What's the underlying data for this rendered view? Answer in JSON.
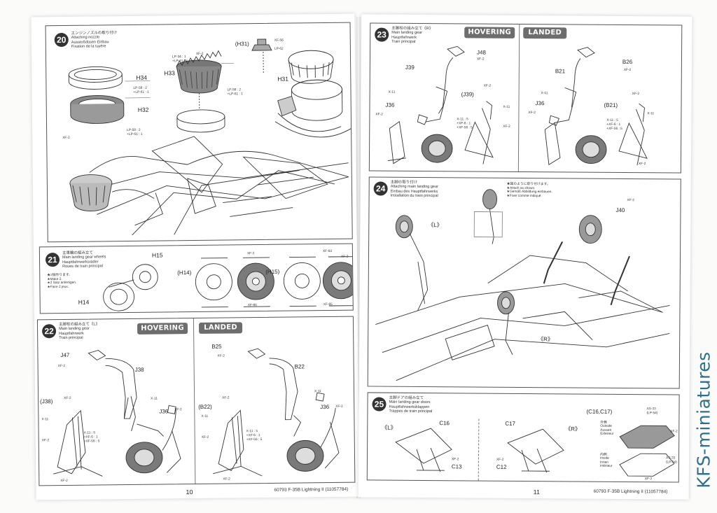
{
  "left_page": {
    "page_number": "10",
    "footer": "60793 F-35B Lightning II (11057784)",
    "step20": {
      "number": "20",
      "title": [
        "エンジンノズルの取り付け",
        "Attaching nozzle",
        "Ausstoßdüsen Einbau",
        "Fixation de la tuyère"
      ],
      "parts": [
        "H34",
        "H33",
        "H32",
        "H31",
        "(H31)"
      ],
      "paints": [
        "XF-2",
        "LP-34 : 1",
        "+LP-61 : 1",
        "LP-58 : 2",
        "+LP-61 : 1",
        "LP-58 : 2",
        "+LP-61 : 1",
        "LP-58 : 2",
        "+LP-61 : 1",
        "XF-56",
        "LP-62",
        "XF-2"
      ]
    },
    "step21": {
      "number": "21",
      "title": [
        "主車輪の組み立て",
        "Main landing gear wheels",
        "Hauptfahrwerksräder",
        "Roues de train principal"
      ],
      "note": [
        "★2個作ります。",
        "★Make 2.",
        "★2 Satz anfertigen.",
        "★Faire 2 jeux."
      ],
      "parts": [
        "H15",
        "H14",
        "(H14)",
        "(H15)"
      ],
      "paints": [
        "XF-2",
        "XF-85",
        "XF-63",
        "XF-2",
        "XF-85"
      ]
    },
    "step22": {
      "number": "22",
      "title": [
        "主脚柱の組み立て《L》",
        "Main landing gear",
        "Hauptfahrwerk",
        "Train principal"
      ],
      "badge_hovering": "HOVERING",
      "badge_landed": "LANDED",
      "parts": [
        "J47",
        "J38",
        "J36",
        "(J38)",
        "B25",
        "B22",
        "J36",
        "(B22)"
      ],
      "paints": [
        "XF-2",
        "XF-2",
        "X-11",
        "XF-2",
        "X-11",
        "XF-2",
        "X-11 : 5",
        "+XF-6 : 1",
        "+XF-56 : 5",
        "XF-2",
        "XF-2",
        "X-11",
        "XF-2",
        "XF-2",
        "X-11",
        "XF-2",
        "X-11 : 5",
        "+XF-6 : 1",
        "+XF-56 : 5",
        "XF-2"
      ]
    }
  },
  "right_page": {
    "page_number": "11",
    "footer": "60793 F-35B Lightning II (11057784)",
    "step23": {
      "number": "23",
      "title": [
        "主脚柱の組み立て《R》",
        "Main landing gear",
        "Hauptfahrwerk",
        "Train principal"
      ],
      "badge_hovering": "HOVERING",
      "badge_landed": "LANDED",
      "parts": [
        "J48",
        "J39",
        "J36",
        "(J39)",
        "B26",
        "B21",
        "J36",
        "(B21)"
      ],
      "paints": [
        "XF-2",
        "X-11",
        "XF-2",
        "XF-2",
        "X-11",
        "X-11 : 5",
        "+XF-6 : 1",
        "+XF-56 : 5",
        "XF-2",
        "XF-2",
        "X-11",
        "XF-2",
        "XF-2",
        "X-11",
        "X-11 : 5",
        "+XF-6 : 1",
        "+XF-56 : 5",
        "XF-2"
      ]
    },
    "step24": {
      "number": "24",
      "title": [
        "主脚の取り付け",
        "Attaching main landing gear",
        "Einbau des Hauptfahrwerks",
        "Installation du train principal"
      ],
      "note": [
        "★図のように取り付けます。",
        "★Attach as shown.",
        "★Gemäß Abbildung einbauen.",
        "★Fixer comme indiqué."
      ],
      "labels": [
        "《L》",
        "J40",
        "《R》",
        "XF-2"
      ]
    },
    "step25": {
      "number": "25",
      "title": [
        "主脚ドアの組み立て",
        "Main landing gear doors",
        "Hauptfahrwerksklappen",
        "Trappes de train principal"
      ],
      "parts": [
        "《L》",
        "C16",
        "C13",
        "C17",
        "C12",
        "《R》",
        "(C16,C17)"
      ],
      "paints": [
        "XF-2",
        "XF-2",
        "AS-33",
        "(LP-54)",
        "XF-2",
        "AS-33",
        "(LP-54)",
        "XF-2"
      ],
      "outside": [
        "外側",
        "Outside",
        "Aussen",
        "Exterieur"
      ],
      "inside": [
        "内側",
        "Inside",
        "Innen",
        "Intérieur"
      ]
    }
  },
  "watermark": "KFS-miniatures"
}
